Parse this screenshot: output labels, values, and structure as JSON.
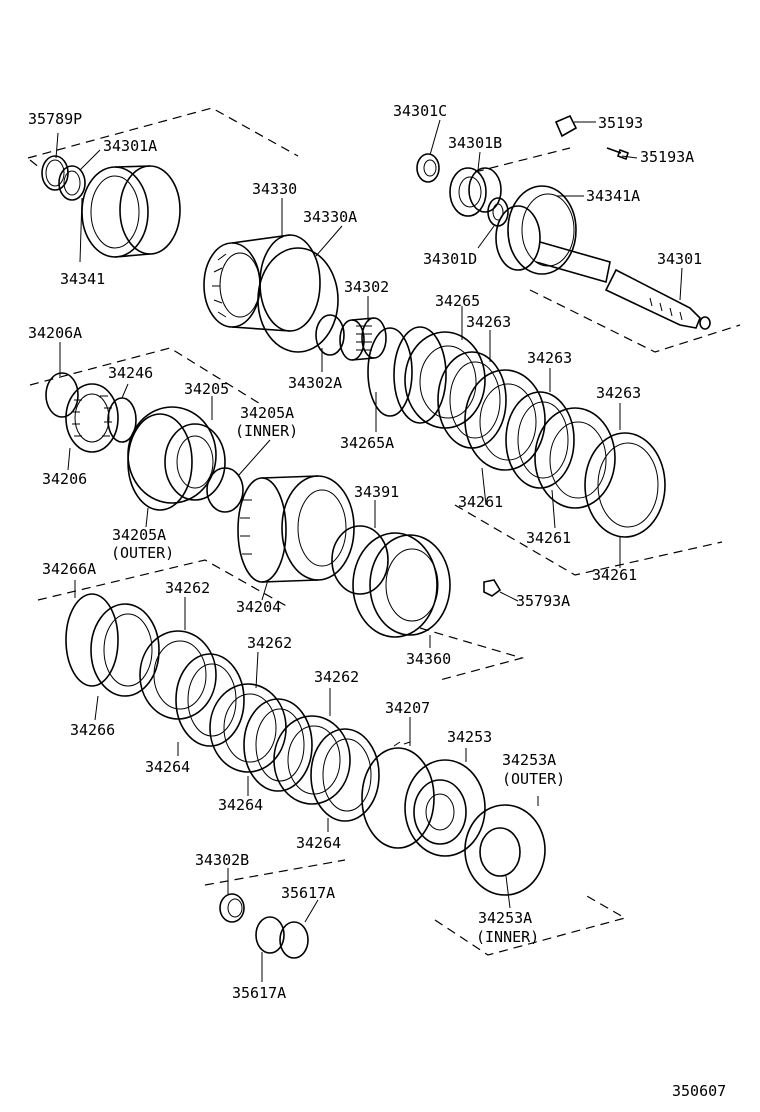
{
  "diagram_id": "350607",
  "parts": [
    {
      "id": "p-35789P",
      "label": "35789P"
    },
    {
      "id": "p-34301A",
      "label": "34301A"
    },
    {
      "id": "p-34341",
      "label": "34341"
    },
    {
      "id": "p-34301C",
      "label": "34301C"
    },
    {
      "id": "p-34301B",
      "label": "34301B"
    },
    {
      "id": "p-35193",
      "label": "35193"
    },
    {
      "id": "p-35193A",
      "label": "35193A"
    },
    {
      "id": "p-34341A",
      "label": "34341A"
    },
    {
      "id": "p-34301D",
      "label": "34301D"
    },
    {
      "id": "p-34301",
      "label": "34301"
    },
    {
      "id": "p-34330",
      "label": "34330"
    },
    {
      "id": "p-34330A",
      "label": "34330A"
    },
    {
      "id": "p-34302",
      "label": "34302"
    },
    {
      "id": "p-34302A",
      "label": "34302A"
    },
    {
      "id": "p-34265",
      "label": "34265"
    },
    {
      "id": "p-34263-a",
      "label": "34263"
    },
    {
      "id": "p-34263-b",
      "label": "34263"
    },
    {
      "id": "p-34263-c",
      "label": "34263"
    },
    {
      "id": "p-34265A",
      "label": "34265A"
    },
    {
      "id": "p-34206A",
      "label": "34206A"
    },
    {
      "id": "p-34246",
      "label": "34246"
    },
    {
      "id": "p-34205",
      "label": "34205"
    },
    {
      "id": "p-34205A-inner",
      "label": "34205A"
    },
    {
      "id": "p-inner-1",
      "label": "(INNER)"
    },
    {
      "id": "p-34206",
      "label": "34206"
    },
    {
      "id": "p-34205A-outer",
      "label": "34205A"
    },
    {
      "id": "p-outer-1",
      "label": "(OUTER)"
    },
    {
      "id": "p-34391",
      "label": "34391"
    },
    {
      "id": "p-34261-a",
      "label": "34261"
    },
    {
      "id": "p-34261-b",
      "label": "34261"
    },
    {
      "id": "p-34261-c",
      "label": "34261"
    },
    {
      "id": "p-34266A",
      "label": "34266A"
    },
    {
      "id": "p-34262-a",
      "label": "34262"
    },
    {
      "id": "p-34204",
      "label": "34204"
    },
    {
      "id": "p-35793A",
      "label": "35793A"
    },
    {
      "id": "p-34262-b",
      "label": "34262"
    },
    {
      "id": "p-34360",
      "label": "34360"
    },
    {
      "id": "p-34266",
      "label": "34266"
    },
    {
      "id": "p-34262-c",
      "label": "34262"
    },
    {
      "id": "p-34207",
      "label": "34207"
    },
    {
      "id": "p-34253",
      "label": "34253"
    },
    {
      "id": "p-34253A-outer",
      "label": "34253A"
    },
    {
      "id": "p-outer-2",
      "label": "(OUTER)"
    },
    {
      "id": "p-34264-a",
      "label": "34264"
    },
    {
      "id": "p-34264-b",
      "label": "34264"
    },
    {
      "id": "p-34264-c",
      "label": "34264"
    },
    {
      "id": "p-34302B",
      "label": "34302B"
    },
    {
      "id": "p-35617A-a",
      "label": "35617A"
    },
    {
      "id": "p-34253A-inner",
      "label": "34253A"
    },
    {
      "id": "p-inner-2",
      "label": "(INNER)"
    },
    {
      "id": "p-35617A-b",
      "label": "35617A"
    }
  ]
}
